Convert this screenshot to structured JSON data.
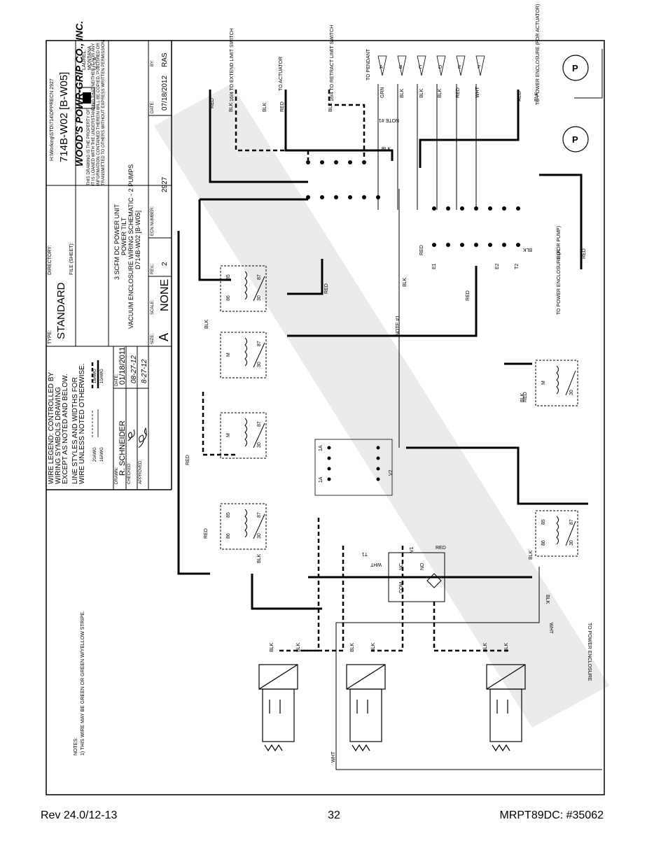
{
  "title_block": {
    "path": "H:\\Working\\STD\\714\\DPPRECN 2927",
    "drawing_no": "714B-W02 [B-W05]",
    "company": "WOOD'S POWR-GRIP CO., INC.",
    "city": "LAUREL,",
    "state": "MONTANA",
    "country": "U.S.A.",
    "notice": [
      "THIS DRAWING IS THE PROPERTY OF",
      "IT IS LOANED WITH THE UNDERSTANDING THAT NEITHER IT NOR ANY",
      "INFORMATION CONTAINED THEREIN WILL BE COPIED, PUBLISHED OR",
      "TRANSMITTED TO OTHERS WITHOUT EXPRESS WRITTEN PERMISSION."
    ],
    "type_label": "TYPE:",
    "type_value": "STANDARD",
    "directory_label": "DIRECTORY:",
    "file_label": "FILE (SHEET):",
    "desc": [
      "3 SCFM DC POWER UNIT",
      "POWER TILT",
      "VACUUM ENCLOSURE WIRING SCHEMATIC - 2 PUMPS",
      "D714B-W02 [B-W05]"
    ],
    "size_label": "SIZE:",
    "size_value": "A",
    "scale_label": "SCALE:",
    "scale_value": "NONE",
    "rev_label": "REV.:",
    "rev_value": "2",
    "ecn_label": "ECN NUMBER:",
    "ecn_value": "2927",
    "date_label": "DATE:",
    "date_value": "07/18/2012",
    "by_label": "BY:",
    "by_value": "RAS"
  },
  "legend": {
    "line1": "WIRE LEGEND: CONTROLLED BY",
    "line2": "WIRING SYMBOLS DRAWING",
    "line3": "EXCEPT AS NOTED AND BELOW.",
    "line4": "LINE STYLES AND WIDTHS FOR",
    "line5": "WIRE UNLESS NOTED OTHERWISE.",
    "awg20": "20AWG",
    "awg16": "16AWG",
    "awg18": "18AWG",
    "awg10": "10AWG"
  },
  "approvals": {
    "drawn_label": "DRAWN:",
    "drawn_value": "R. SCHNEIDER",
    "drawn_date": "01/18/2011",
    "date_label": "DATE:",
    "checked_label": "CHECKED:",
    "checked_date": "08-27-12",
    "approved_label": "APPROVED:",
    "approved_date": "8-27-12"
  },
  "notes": {
    "title": "NOTES:",
    "note1": "1) THIS WIRE MAY BE GREEN OR GREEN W/YELLOW STRIPE."
  },
  "labels": {
    "extend_switch": "16/4 TO EXTEND LIMIT SWITCH",
    "to_actuator": "TO ACTUATOR",
    "retract_switch": "16/4 TO RETRACT LIMIT SWITCH",
    "to_pendant": "TO PENDANT",
    "to_power_actuator": "TO POWER ENCLOSURE (FOR ACTUATOR)",
    "to_power_pump": "TO POWER ENCLOSURE (FOR PUMP)",
    "to_power_enclosure": "TO POWER ENCLOSURE",
    "note1": "NOTE #1",
    "pendant_pins": [
      "A",
      "B",
      "C",
      "D",
      "E",
      "F"
    ],
    "wire_blk": "BLK",
    "wire_red": "RED",
    "wire_wht": "WHT",
    "wire_grn": "GRN",
    "relay_m": "M",
    "relay_86": "86",
    "relay_85": "85",
    "relay_30": "30",
    "relay_87": "87",
    "term_e1": "E1",
    "term_e2": "E2",
    "term_t1": "T1",
    "term_t2": "T2",
    "term_v1": "V1",
    "term_v2": "V2",
    "term_com": "COM",
    "term_nc": "NC",
    "term_no": "NO",
    "term_1a": "1A",
    "pump_p": "P"
  },
  "footer": {
    "rev": "Rev 24.0/12-13",
    "page": "32",
    "doc": "MRPT89DC: #35062"
  }
}
